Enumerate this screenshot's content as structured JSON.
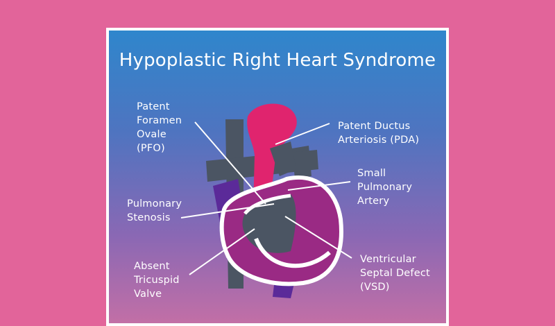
{
  "title": "Hypoplastic Right Heart Syndrome",
  "labels": {
    "pfo": "Patent\nForamen\nOvale\n(PFO)",
    "pda": "Patent Ductus\nArteriosis (PDA)",
    "small_pa": "Small\nPulmonary\nArtery",
    "pulmonary_stenosis": "Pulmonary\nStenosis",
    "absent_tricuspid": "Absent\nTricuspid\nValve",
    "vsd": "Ventricular\nSeptal Defect\n(VSD)"
  },
  "colors": {
    "page_background": "#e2649a",
    "card_border": "#ffffff",
    "gradient_top": "#2f86cc",
    "gradient_bottom": "#c26fa6",
    "aorta": "#e0246e",
    "vessels": "#4b5563",
    "purple_chamber": "#6a2a9e",
    "outline": "#ffffff"
  }
}
